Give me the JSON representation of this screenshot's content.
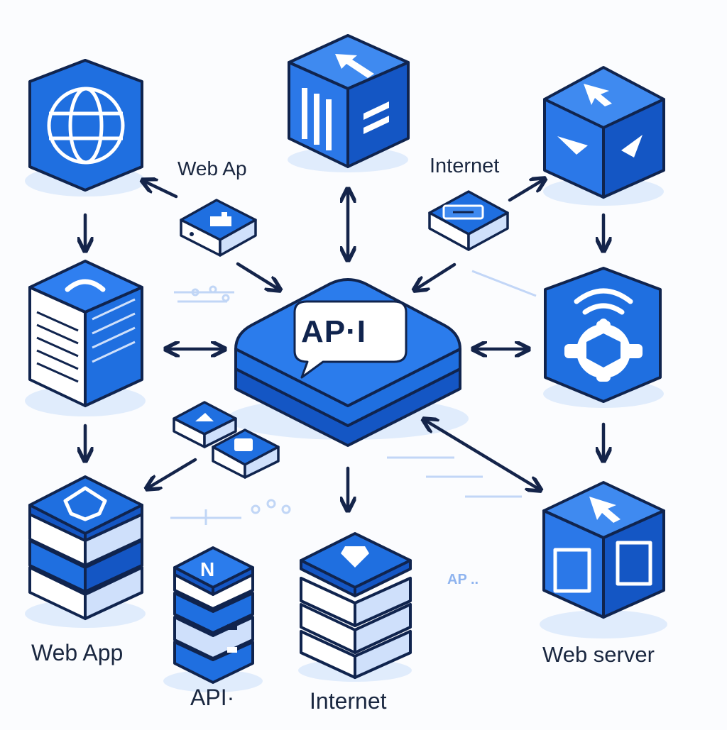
{
  "colors": {
    "primary": "#1f6fe0",
    "dark_side": "#1456c4",
    "light_blue": "#cfe0fb",
    "outline": "#10244e",
    "arrow": "#14244a",
    "background": "#fbfcfe"
  },
  "hub": {
    "label": "AP·I"
  },
  "labels": {
    "top_left": "Web Ap",
    "top_right": "Internet",
    "bottom_left": "Web App",
    "bottom_center_left": "API·",
    "bottom_center": "Internet",
    "bottom_right": "Web server",
    "faint_mid_right": "AP .."
  },
  "nodes": [
    {
      "id": "globe-cube",
      "icon": "globe-icon"
    },
    {
      "id": "top-center-cube",
      "icon": "arrow-up-left-icon"
    },
    {
      "id": "top-right-cube",
      "icon": "cursor-icon"
    },
    {
      "id": "left-server",
      "icon": "refresh-icon"
    },
    {
      "id": "right-cube",
      "icon": "wifi-gear-icon"
    },
    {
      "id": "bottom-left-stack",
      "icon": "shield-icon"
    },
    {
      "id": "bottom-center-left-stack",
      "icon": "n-logo-icon"
    },
    {
      "id": "bottom-center-stack",
      "icon": "lock-icon"
    },
    {
      "id": "bottom-right-cube",
      "icon": "cursor-icon"
    }
  ]
}
